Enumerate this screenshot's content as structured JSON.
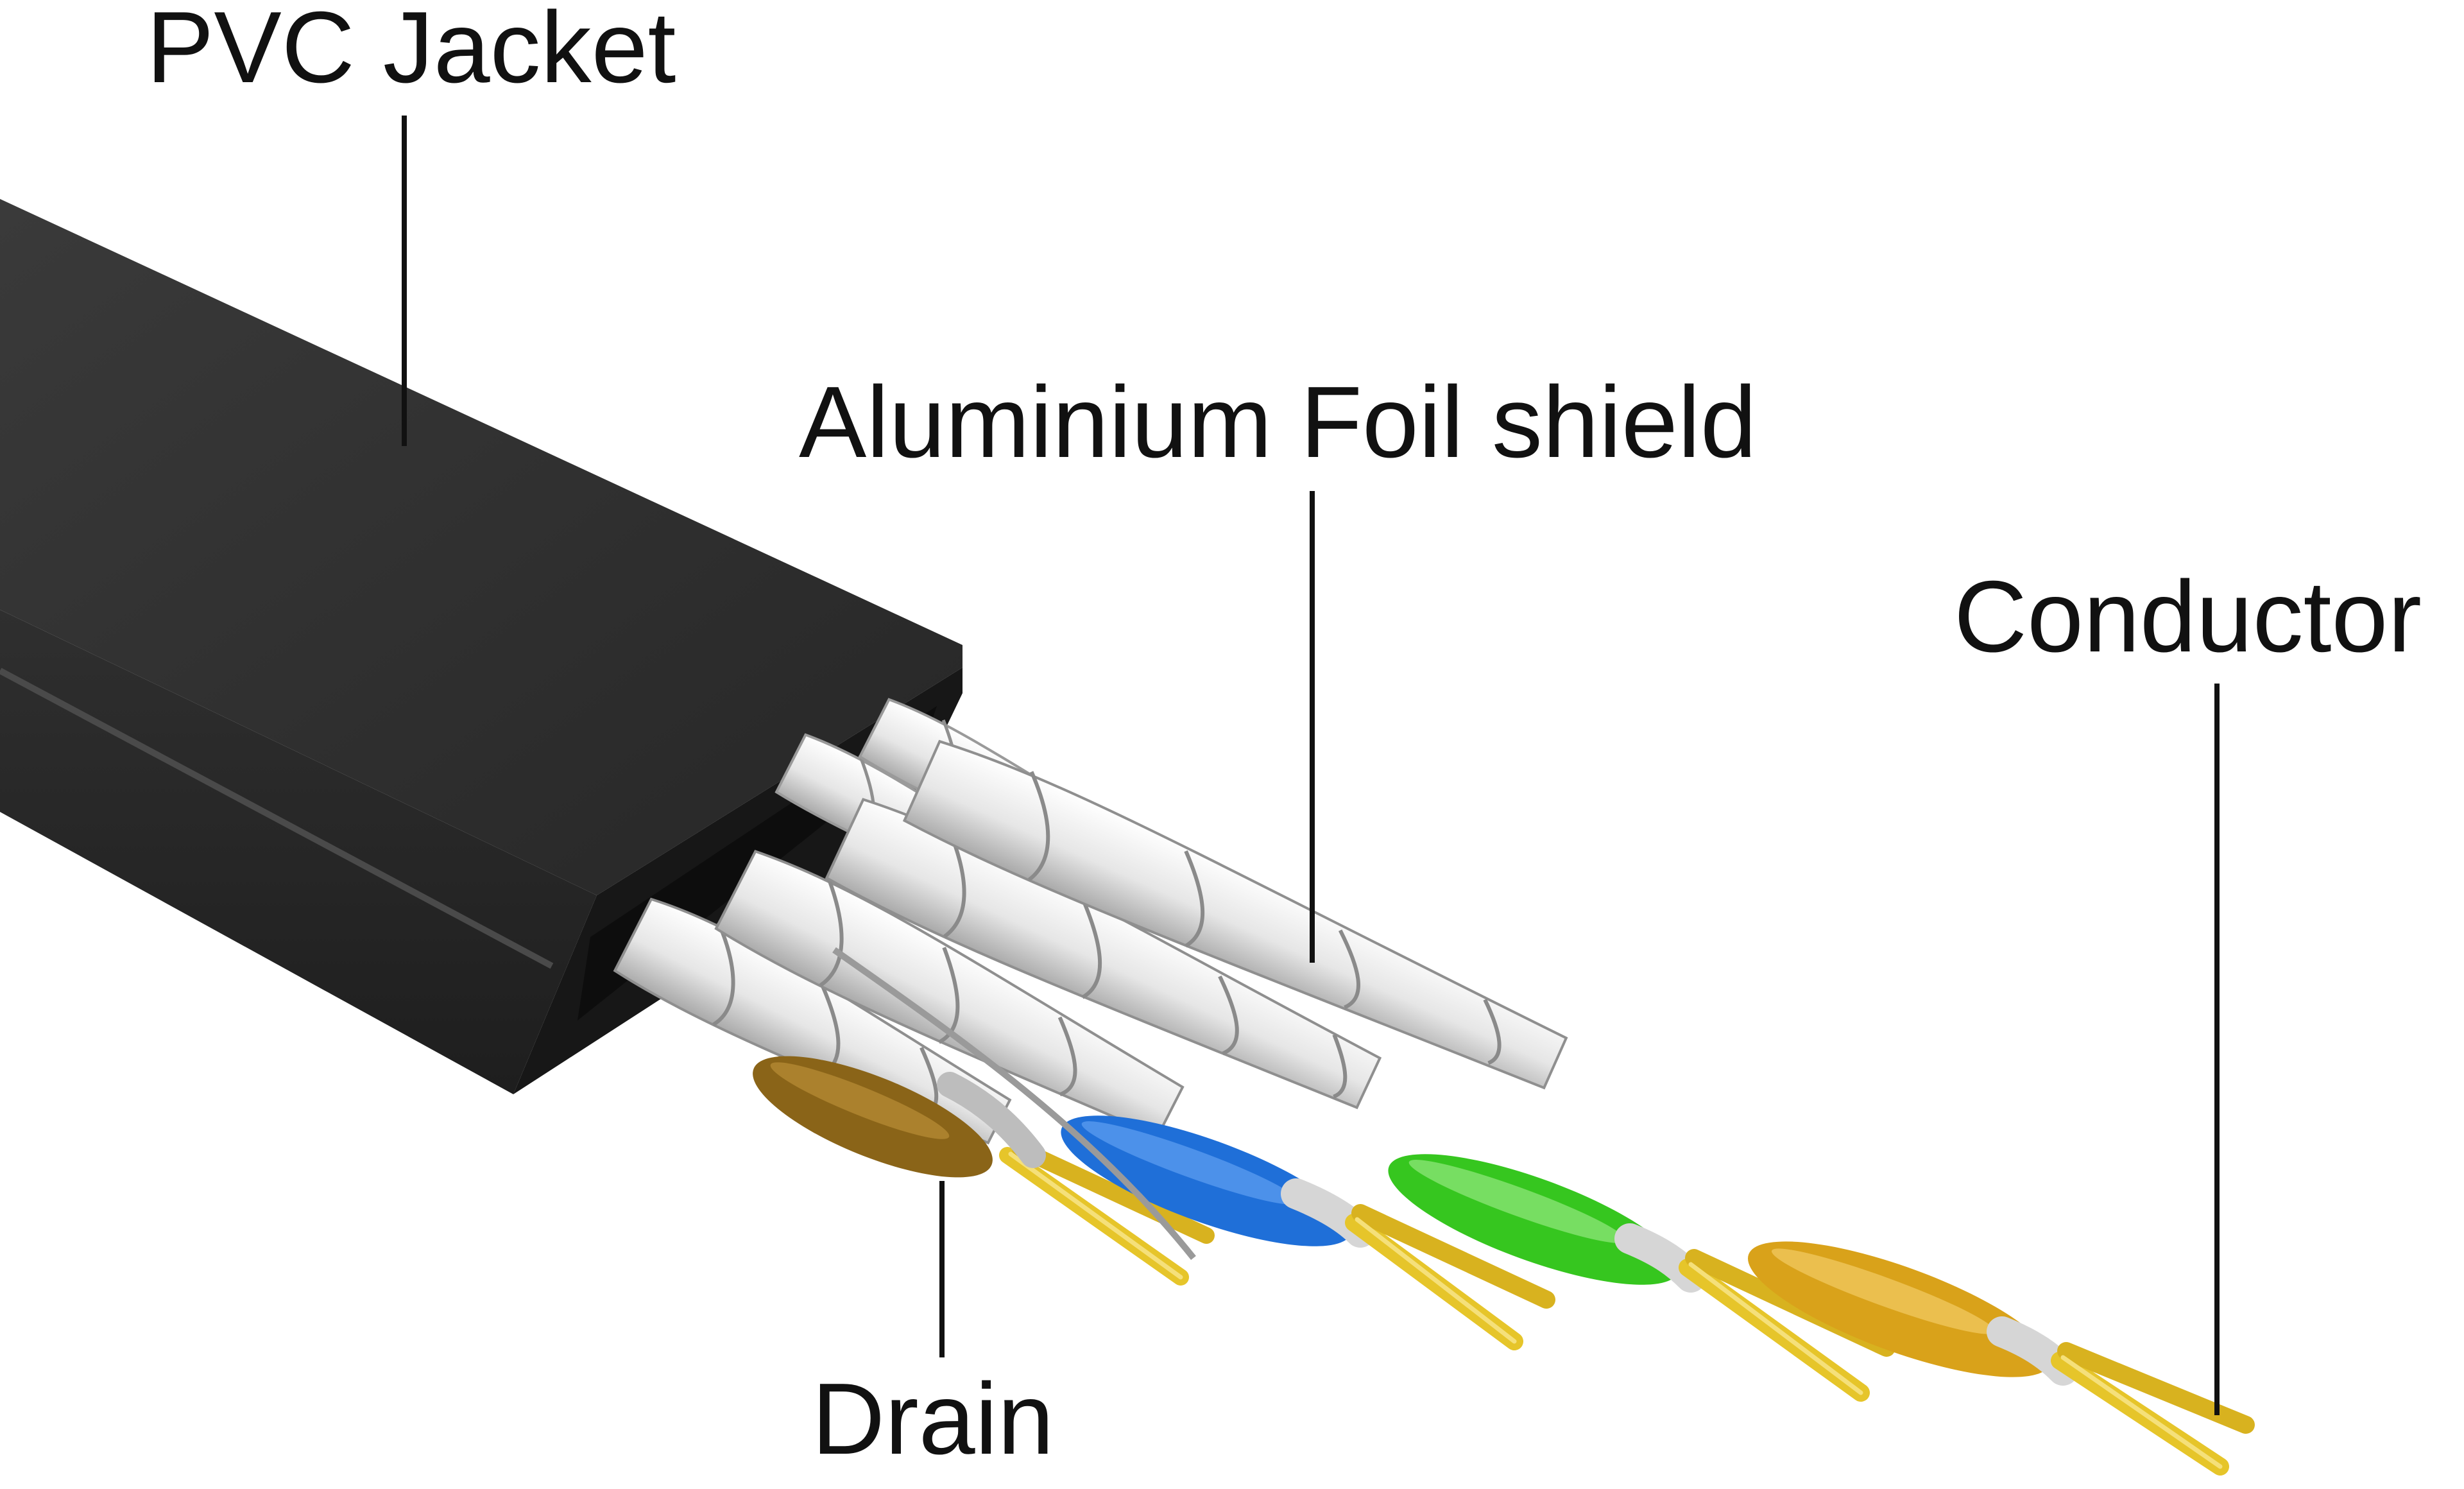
{
  "labels": {
    "pvc_jacket": "PVC Jacket",
    "foil_shield": "Aluminium Foil shield",
    "conductor": "Conductor",
    "drain": "Drain"
  },
  "colors": {
    "jacket": "#2b2b2b",
    "jacket_face": "#1c1c1c",
    "foil": "#e9e9e9",
    "foil_shadow": "#b7b7b7",
    "pair_brown": "#8a6418",
    "pair_blue": "#1f6fd8",
    "pair_green": "#36c61f",
    "pair_orange": "#d9a21a",
    "conductor": "#e6c52a",
    "label_text": "#111111"
  }
}
